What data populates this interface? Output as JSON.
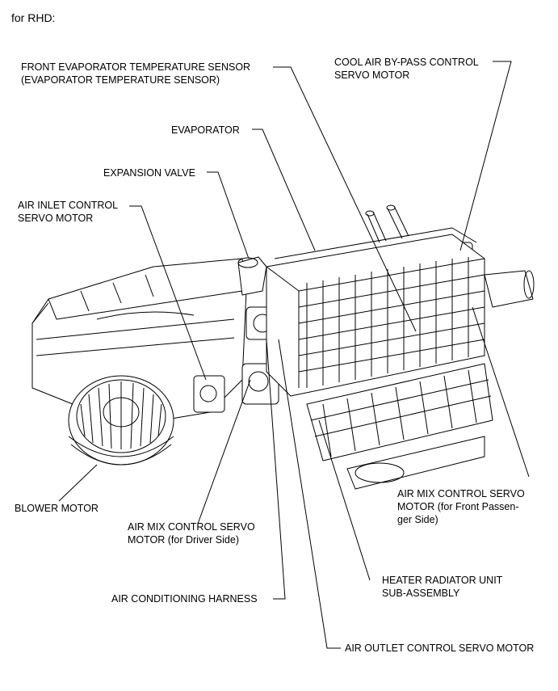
{
  "header": "for RHD:",
  "labels": {
    "front_evap_sensor_1": "FRONT EVAPORATOR TEMPERATURE SENSOR",
    "front_evap_sensor_2": "(EVAPORATOR TEMPERATURE SENSOR)",
    "cool_air_bypass_1": "COOL AIR BY-PASS CONTROL",
    "cool_air_bypass_2": "SERVO MOTOR",
    "evaporator": "EVAPORATOR",
    "expansion_valve": "EXPANSION VALVE",
    "air_inlet_1": "AIR INLET CONTROL",
    "air_inlet_2": "SERVO MOTOR",
    "blower_motor": "BLOWER MOTOR",
    "air_mix_driver_1": "AIR MIX CONTROL SERVO",
    "air_mix_driver_2": "MOTOR (for Driver Side)",
    "air_mix_pass_1": "AIR MIX CONTROL SERVO",
    "air_mix_pass_2": "MOTOR (for Front Passen-",
    "air_mix_pass_3": "ger Side)",
    "harness": "AIR CONDITIONING HARNESS",
    "heater_radiator_1": "HEATER RADIATOR UNIT",
    "heater_radiator_2": "SUB-ASSEMBLY",
    "air_outlet": "AIR OUTLET CONTROL SERVO MOTOR"
  },
  "colors": {
    "line": "#000000",
    "background": "#ffffff"
  }
}
